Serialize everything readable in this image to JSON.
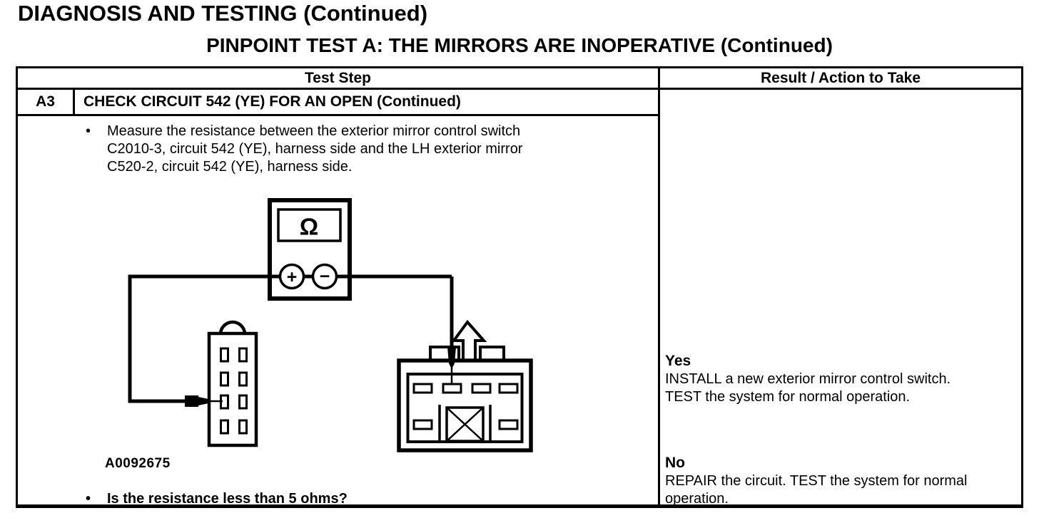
{
  "page": {
    "title": "DIAGNOSIS AND TESTING (Continued)",
    "subtitle": "PINPOINT TEST A: THE MIRRORS ARE INOPERATIVE (Continued)"
  },
  "table": {
    "header": {
      "test_step": "Test Step",
      "result_action": "Result / Action to Take"
    },
    "step": {
      "id": "A3",
      "name": "CHECK CIRCUIT 542 (YE) FOR AN OPEN (Continued)",
      "bullet": "•",
      "instruction": "Measure the resistance between the exterior mirror control switch C2010-3, circuit 542 (YE), harness side and the LH exterior mirror C520-2, circuit 542 (YE), harness side.",
      "question": "Is the resistance less than 5 ohms?"
    },
    "figure": {
      "id": "A0092675",
      "ohmmeter_display": "Ω",
      "positive_terminal": "+",
      "negative_terminal": "−"
    },
    "results": {
      "yes_label": "Yes",
      "yes_action": "INSTALL a new exterior mirror control switch. TEST the system for normal operation.",
      "no_label": "No",
      "no_action": "REPAIR the circuit. TEST the system for normal operation."
    }
  },
  "colors": {
    "ink": "#000000",
    "paper": "#ffffff"
  }
}
